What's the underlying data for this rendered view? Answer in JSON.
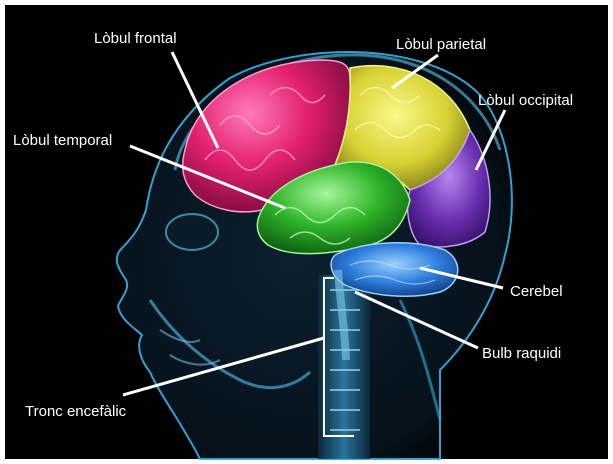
{
  "labels": {
    "frontal": "Lòbul frontal",
    "parietal": "Lòbul parietal",
    "occipital": "Lòbul occipital",
    "temporal": "Lòbul temporal",
    "cerebel": "Cerebel",
    "bulb": "Bulb raquidi",
    "tronc": "Tronc encefàlic"
  },
  "colors": {
    "background": "#000000",
    "frame": "#ffffff",
    "frontal_lobe": "#e3206f",
    "parietal_lobe": "#d6d233",
    "occipital_lobe": "#6a2fb0",
    "temporal_lobe": "#2fb52a",
    "cerebellum": "#2f7fe0",
    "head_glow": "#39a9d8",
    "leader_lines": "#ffffff"
  }
}
